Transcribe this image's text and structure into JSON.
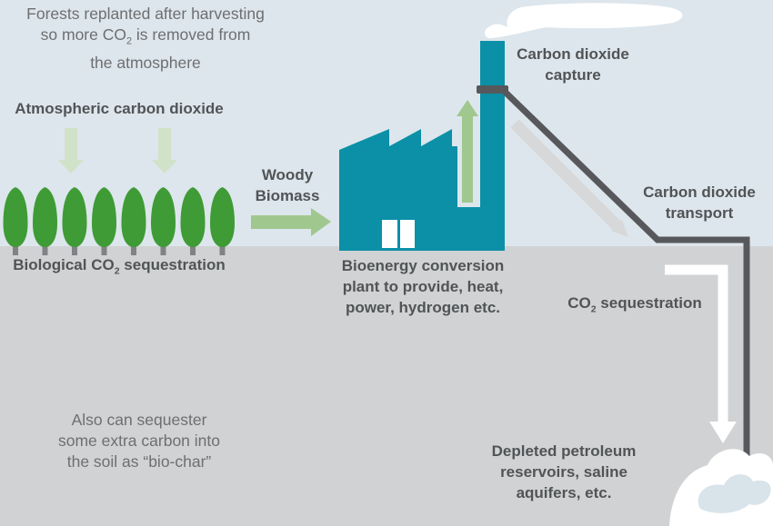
{
  "colors": {
    "sky": "#dde6ec",
    "ground": "#d1d2d3",
    "factory_teal": "#0b90a7",
    "tree_green": "#3f9b35",
    "stem_gray": "#808285",
    "pale_green_arrow": "#d0e2c8",
    "mid_green_arrow": "#a0c78e",
    "dark_gray": "#515456",
    "pipe_gray": "#57585b",
    "note_gray": "#6d6f72",
    "light_gray_arrow": "#d6d8d9",
    "smoke_white": "#ffffff",
    "reservoir_blue": "#d9e3ea"
  },
  "scene": {
    "tree_count": 8
  },
  "labels": {
    "forest_note": {
      "line1": "Forests replanted after harvesting",
      "line2_pre": "so more CO",
      "line2_sub": "2",
      "line2_post": " is removed from",
      "line3": "the atmosphere"
    },
    "atmospheric": {
      "text": "Atmospheric carbon dioxide"
    },
    "biological": {
      "pre": "Biological CO",
      "sub": "2",
      "post": " sequestration"
    },
    "woody": {
      "line1": "Woody",
      "line2": "Biomass"
    },
    "capture": {
      "line1": "Carbon dioxide",
      "line2": "capture"
    },
    "transport": {
      "line1": "Carbon dioxide",
      "line2": "transport"
    },
    "sequestration": {
      "pre": "CO",
      "sub": "2",
      "post": " sequestration"
    },
    "bioenergy": {
      "line1": "Bioenergy conversion",
      "line2": "plant to provide, heat,",
      "line3": "power, hydrogen etc."
    },
    "biochar_note": {
      "line1": "Also can sequester",
      "line2": "some extra carbon into",
      "line3": "the soil as “bio-char”"
    },
    "depleted": {
      "line1": "Depleted petroleum",
      "line2": "reservoirs, saline",
      "line3": "aquifers, etc."
    }
  }
}
